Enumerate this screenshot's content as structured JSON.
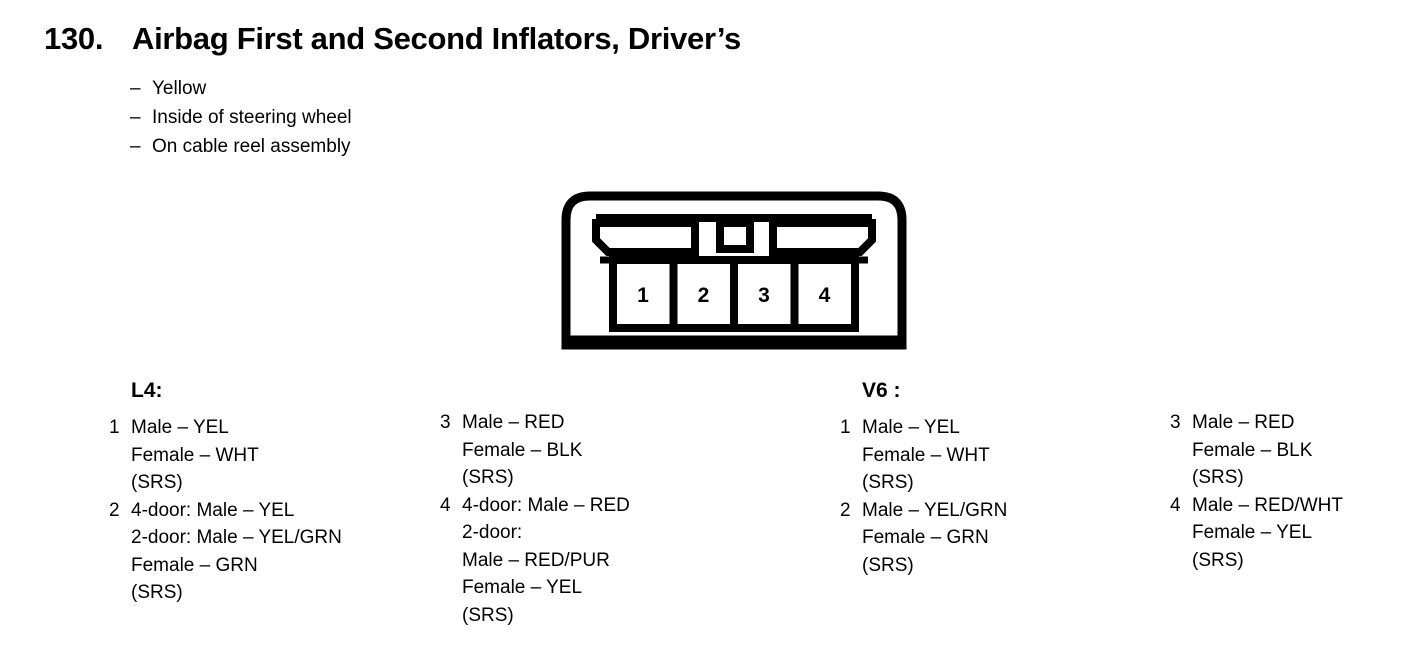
{
  "title": {
    "number": "130.",
    "text": "Airbag First and Second Inflators, Driver’s"
  },
  "bullets": {
    "marker": "–",
    "items": [
      "Yellow",
      "Inside of steering wheel",
      "On cable reel assembly"
    ]
  },
  "connector": {
    "name": "connector-face-view",
    "pin_labels": [
      "1",
      "2",
      "3",
      "4"
    ],
    "outline_color": "#000000",
    "fill_color": "#ffffff"
  },
  "legends": [
    {
      "heading": "L4:",
      "columns": [
        {
          "entries": [
            {
              "pin": "1",
              "lines": [
                "Male – YEL",
                "Female – WHT",
                "(SRS)"
              ]
            },
            {
              "pin": "2",
              "lines": [
                "4-door: Male – YEL",
                "2-door: Male – YEL/GRN",
                "Female – GRN",
                "(SRS)"
              ]
            }
          ]
        },
        {
          "entries": [
            {
              "pin": "3",
              "lines": [
                "Male – RED",
                "Female – BLK",
                "(SRS)"
              ]
            },
            {
              "pin": "4",
              "lines": [
                "4-door: Male – RED",
                "2-door:",
                "Male – RED/PUR",
                "Female – YEL",
                "(SRS)"
              ]
            }
          ]
        }
      ]
    },
    {
      "heading": "V6 :",
      "columns": [
        {
          "entries": [
            {
              "pin": "1",
              "lines": [
                "Male – YEL",
                "Female – WHT",
                "(SRS)"
              ]
            },
            {
              "pin": "2",
              "lines": [
                "Male – YEL/GRN",
                "Female – GRN",
                "(SRS)"
              ]
            }
          ]
        },
        {
          "entries": [
            {
              "pin": "3",
              "lines": [
                "Male – RED",
                "Female – BLK",
                "(SRS)"
              ]
            },
            {
              "pin": "4",
              "lines": [
                "Male – RED/WHT",
                "Female – YEL",
                "(SRS)"
              ]
            }
          ]
        }
      ]
    }
  ]
}
